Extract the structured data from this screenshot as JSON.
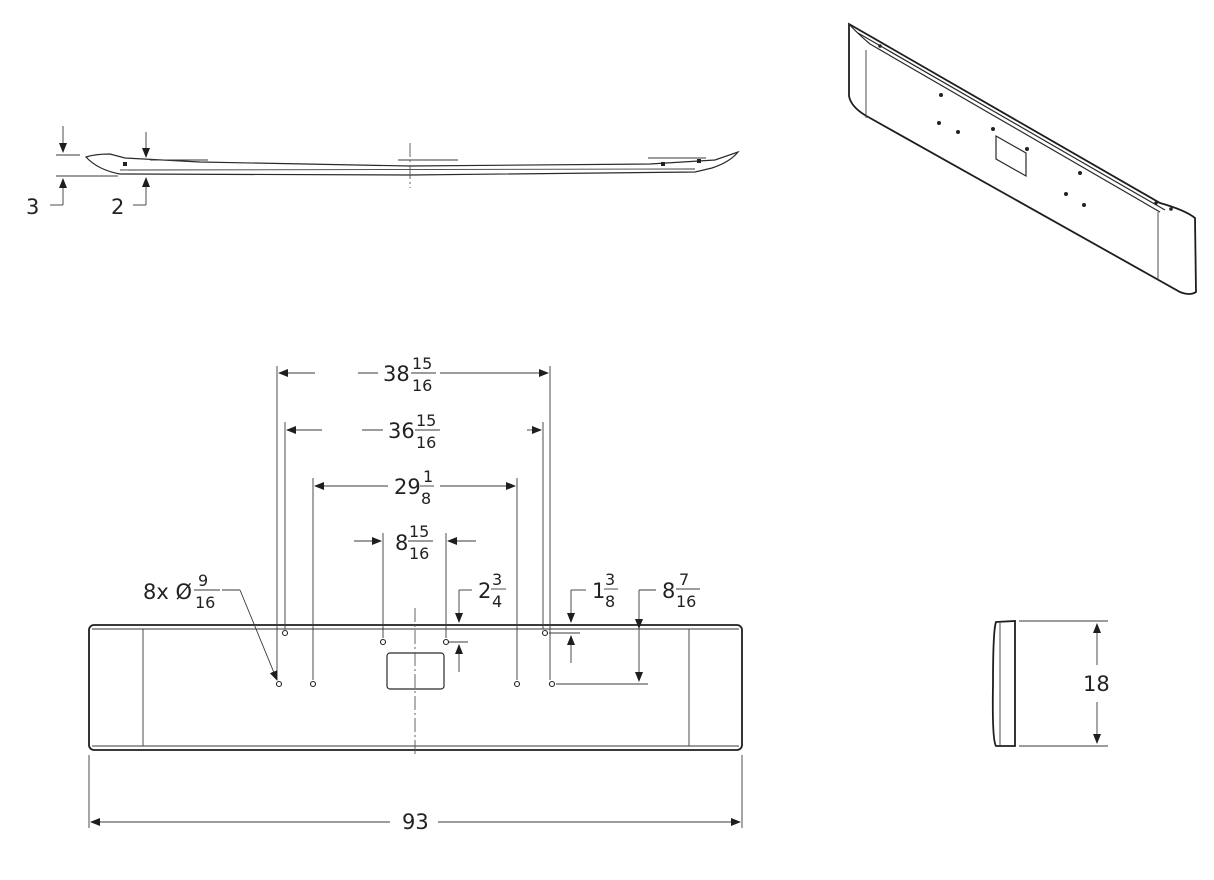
{
  "drawing": {
    "top_view": {
      "dim_left": "3",
      "dim_inner": "2"
    },
    "front_view": {
      "dim_38": {
        "whole": "38",
        "num": "15",
        "den": "16"
      },
      "dim_36": {
        "whole": "36",
        "num": "15",
        "den": "16"
      },
      "dim_29": {
        "whole": "29",
        "num": "1",
        "den": "8"
      },
      "dim_8a": {
        "whole": "8",
        "num": "15",
        "den": "16"
      },
      "dim_2": {
        "whole": "2",
        "num": "3",
        "den": "4"
      },
      "dim_1": {
        "whole": "1",
        "num": "3",
        "den": "8"
      },
      "dim_8b": {
        "whole": "8",
        "num": "7",
        "den": "16"
      },
      "hole_callout": {
        "prefix": "8x Ø",
        "num": "9",
        "den": "16"
      },
      "overall_width": "93"
    },
    "side_view": {
      "height": "18"
    }
  }
}
